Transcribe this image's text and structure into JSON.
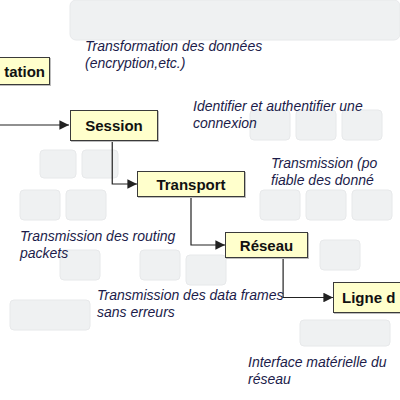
{
  "diagram": {
    "nodes": [
      {
        "text": [
          "tation"
        ]
      },
      {
        "text": [
          "Session"
        ]
      },
      {
        "text": [
          "Transport"
        ]
      },
      {
        "text": [
          "Réseau"
        ]
      },
      {
        "text": [
          "Ligne d"
        ]
      }
    ],
    "edges": [
      {
        "from": 1,
        "to": 2,
        "arrow": "to"
      },
      {
        "from": 2,
        "to": 3,
        "arrow": "to"
      },
      {
        "from": 3,
        "to": 4,
        "arrow": "to"
      }
    ],
    "labels": [
      "Transformation des données (encryption,etc.)",
      "Identifier et authentifier une connexion",
      "Transmission (po fiable des donné",
      "Transmission des routing packets",
      "Transmission des data frames sans erreurs",
      "Interface matérielle du réseau"
    ]
  }
}
